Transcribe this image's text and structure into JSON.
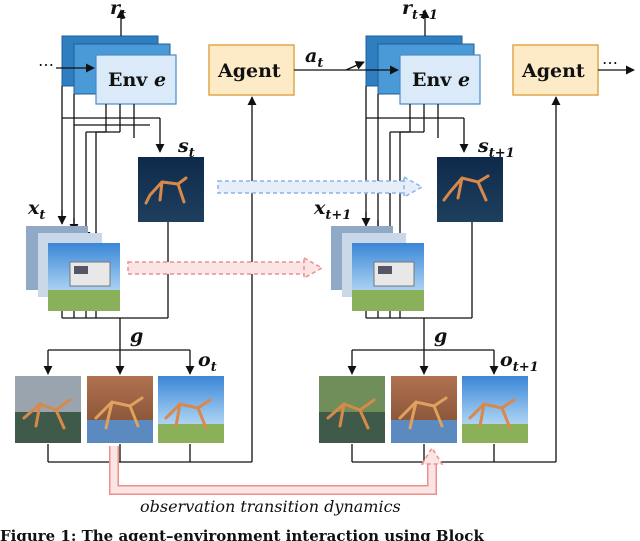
{
  "labels": {
    "r_t": "r",
    "r_t_sub": "t",
    "r_t1": "r",
    "r_t1_sub": "t+1",
    "a_t": "a",
    "a_t_sub": "t",
    "s_t": "s",
    "s_t_sub": "t",
    "s_t1": "s",
    "s_t1_sub": "t+1",
    "x_t": "x",
    "x_t_sub": "t",
    "x_t1": "x",
    "x_t1_sub": "t+1",
    "g_1": "g",
    "g_2": "g",
    "o_t": "o",
    "o_t_sub": "t",
    "o_t1": "o",
    "o_t1_sub": "t+1",
    "ellipsis": "…"
  },
  "boxes": {
    "env_label": "Env",
    "env_var": "e",
    "agent_label": "Agent"
  },
  "caption": {
    "transition": "observation transition dynamics",
    "figure": "Figure 1: The agent–environment interaction using Block"
  },
  "colors": {
    "env_fill": "#dbeaf8",
    "env_stack_dark": "#2f7fc0",
    "env_stack_mid": "#4a9ad8",
    "agent_fill": "#fdebc8",
    "agent_stroke": "#e0a64a",
    "blue_arrow": "#8ab3e6",
    "red_arrow": "#ee8e8e"
  }
}
